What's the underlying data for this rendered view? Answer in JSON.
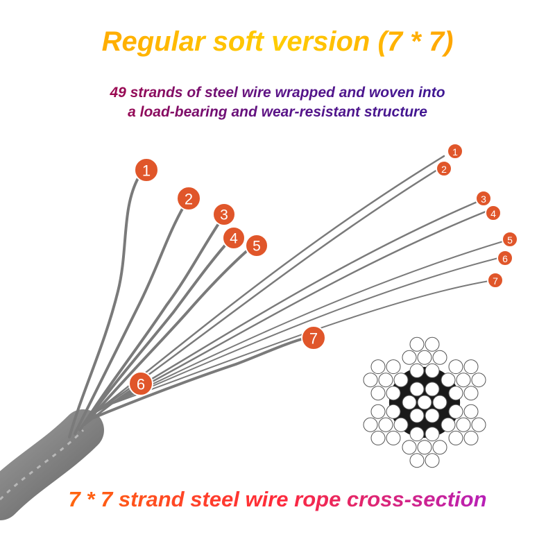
{
  "title": "Regular soft version (7 * 7)",
  "subtitle_line1": "49 strands of steel wire wrapped and woven into",
  "subtitle_line2": "a load-bearing and wear-resistant structure",
  "footer": "7 * 7 strand steel wire rope cross-section",
  "markers_left": [
    "1",
    "2",
    "3",
    "4",
    "5",
    "6",
    "7"
  ],
  "markers_right": [
    "1",
    "2",
    "3",
    "4",
    "5",
    "6",
    "7"
  ],
  "colors": {
    "marker": "#e0562a",
    "wire": "#7a7a7a",
    "cross_section_core": "#1a1a1a"
  }
}
